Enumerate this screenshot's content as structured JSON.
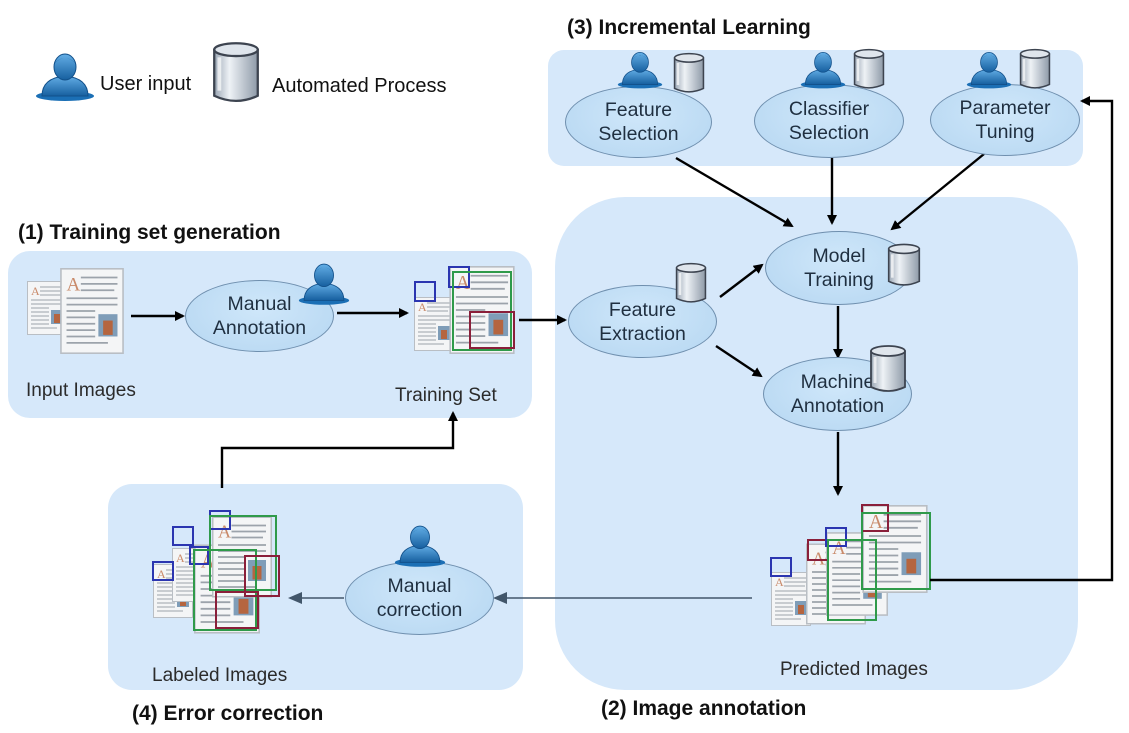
{
  "legend": {
    "user_input": "User input",
    "automated_process": "Automated Process",
    "user_icon": "user-icon",
    "server_icon": "server-icon"
  },
  "sections": {
    "training_set_generation": "(1) Training set generation",
    "image_annotation": "(2) Image annotation",
    "incremental_learning": "(3) Incremental Learning",
    "error_correction": "(4) Error correction"
  },
  "nodes": {
    "feature_selection": [
      "Feature",
      "Selection"
    ],
    "classifier_selection": [
      "Classifier",
      "Selection"
    ],
    "parameter_tuning": [
      "Parameter",
      "Tuning"
    ],
    "manual_annotation": [
      "Manual",
      "Annotation"
    ],
    "feature_extraction": [
      "Feature",
      "Extraction"
    ],
    "model_training": [
      "Model",
      "Training"
    ],
    "machine_annotation": [
      "Machine",
      "Annotation"
    ],
    "manual_correction": [
      "Manual",
      "correction"
    ]
  },
  "captions": {
    "input_images": "Input Images",
    "training_set": "Training Set",
    "labeled_images": "Labeled Images",
    "predicted_images": "Predicted Images"
  },
  "colors": {
    "panel_fill": "#d6e8fa",
    "node_fill": "#bcdcf4",
    "node_border": "#6f8fae",
    "user_icon_blue": "#1b6fb5",
    "box_blue": "#2b35b0",
    "box_green": "#2f9a4a",
    "box_red": "#8a1f3a"
  }
}
